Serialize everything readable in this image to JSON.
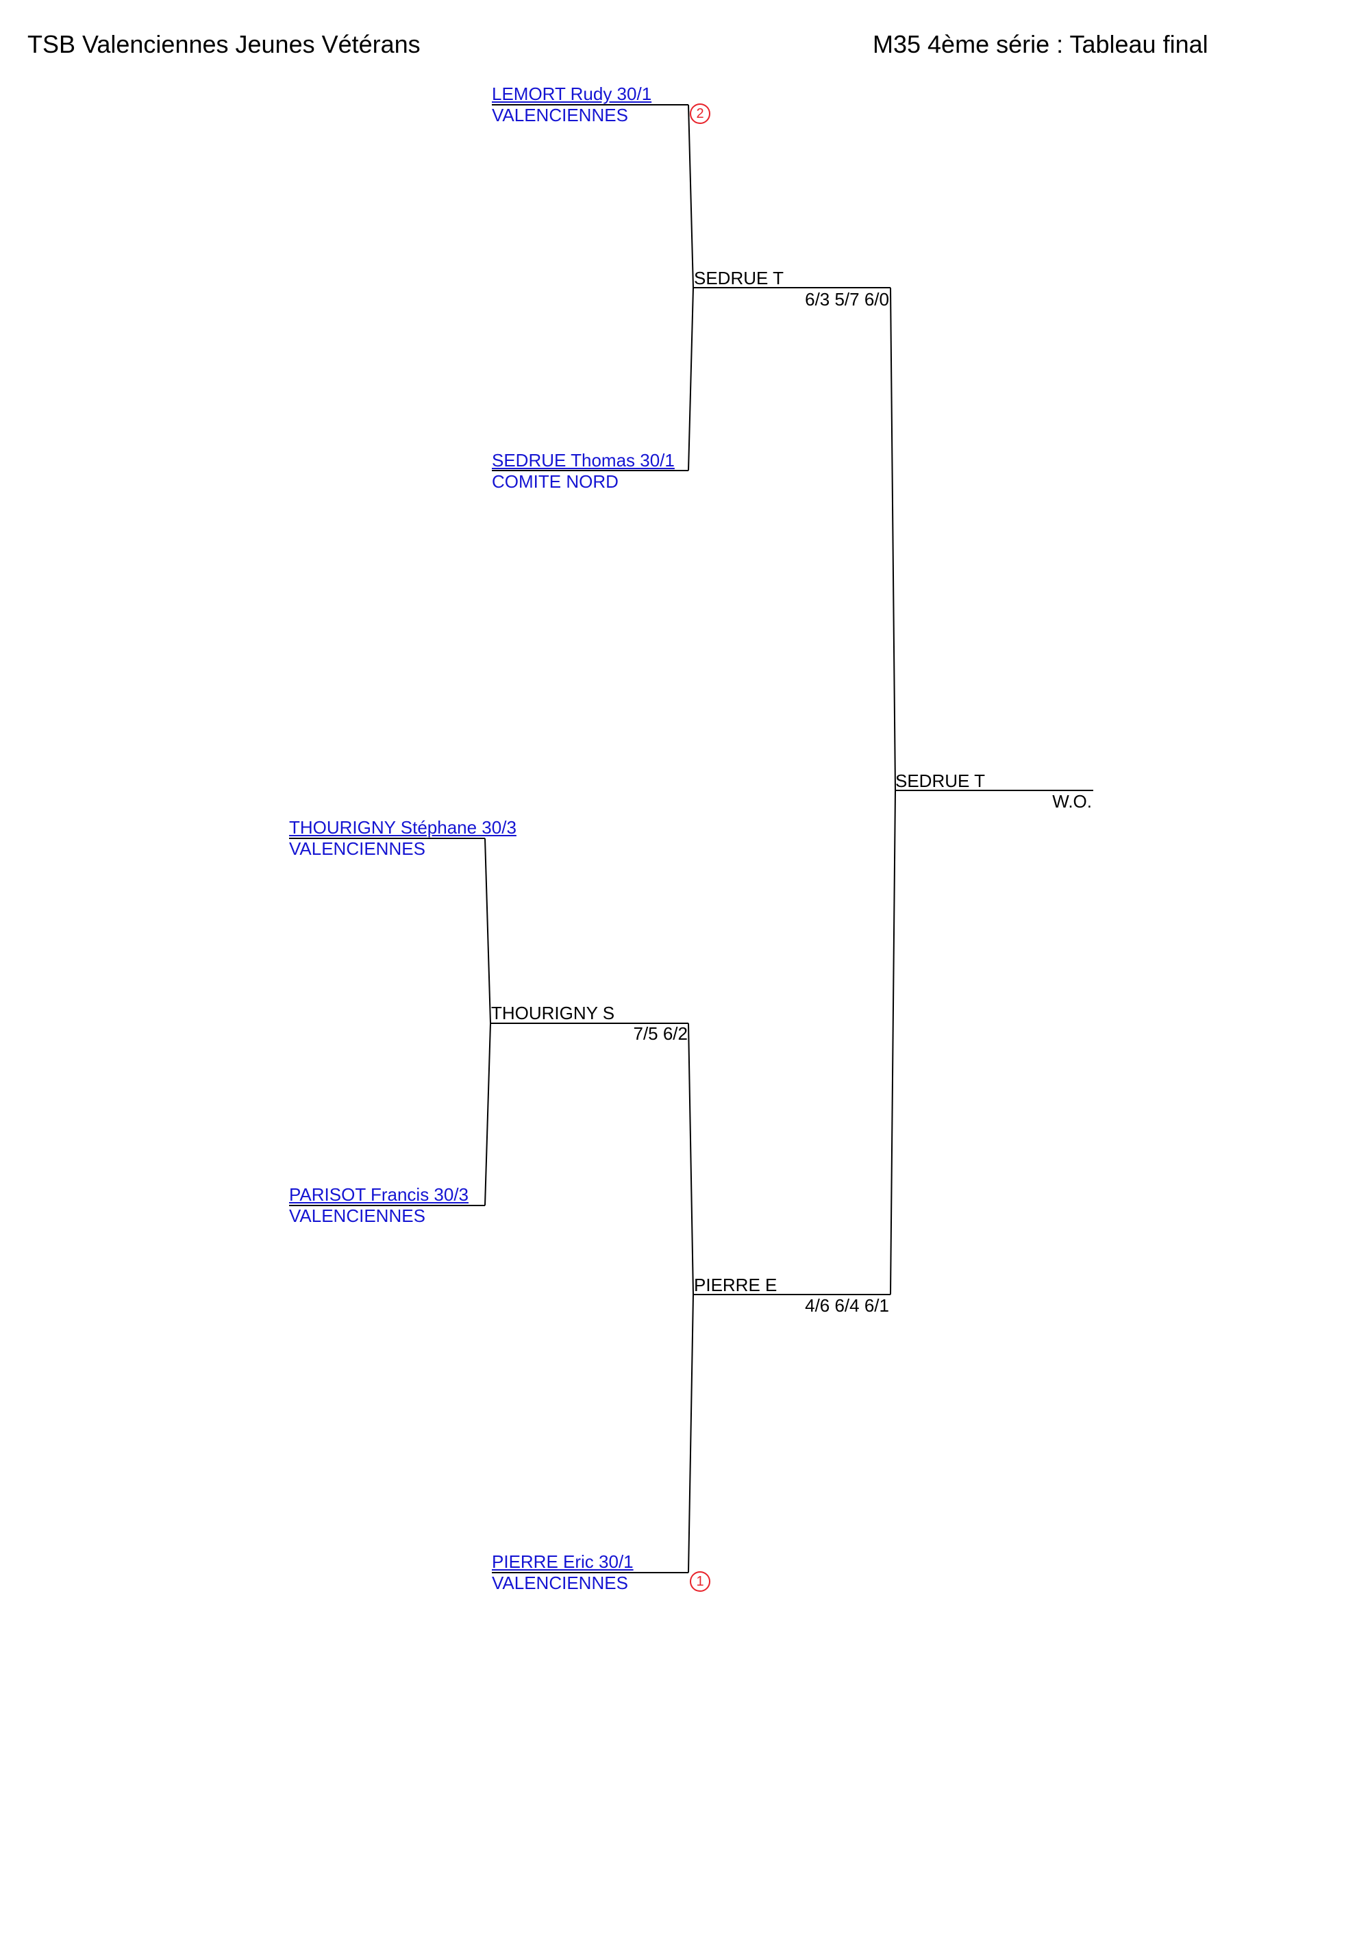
{
  "header": {
    "tournament": "TSB Valenciennes Jeunes Vétérans",
    "event": "M35 4ème série : Tableau final"
  },
  "players": [
    {
      "name": "LEMORT Rudy 30/1",
      "club": "VALENCIENNES",
      "seed": "2"
    },
    {
      "name": "SEDRUE Thomas 30/1",
      "club": "COMITE NORD"
    },
    {
      "name": "THOURIGNY Stéphane 30/3",
      "club": "VALENCIENNES"
    },
    {
      "name": "PARISOT Francis 30/3",
      "club": "VALENCIENNES"
    },
    {
      "name": "PIERRE Eric 30/1",
      "club": "VALENCIENNES",
      "seed": "1"
    }
  ],
  "matches": [
    {
      "winner": "SEDRUE T",
      "score": "6/3 5/7 6/0"
    },
    {
      "winner": "THOURIGNY S",
      "score": "7/5 6/2"
    },
    {
      "winner": "PIERRE E",
      "score": "4/6 6/4 6/1"
    },
    {
      "winner": "SEDRUE T",
      "score": "W.O."
    }
  ],
  "colors": {
    "player_link": "#1414d2",
    "seed": "#e8232b",
    "text": "#000000"
  }
}
